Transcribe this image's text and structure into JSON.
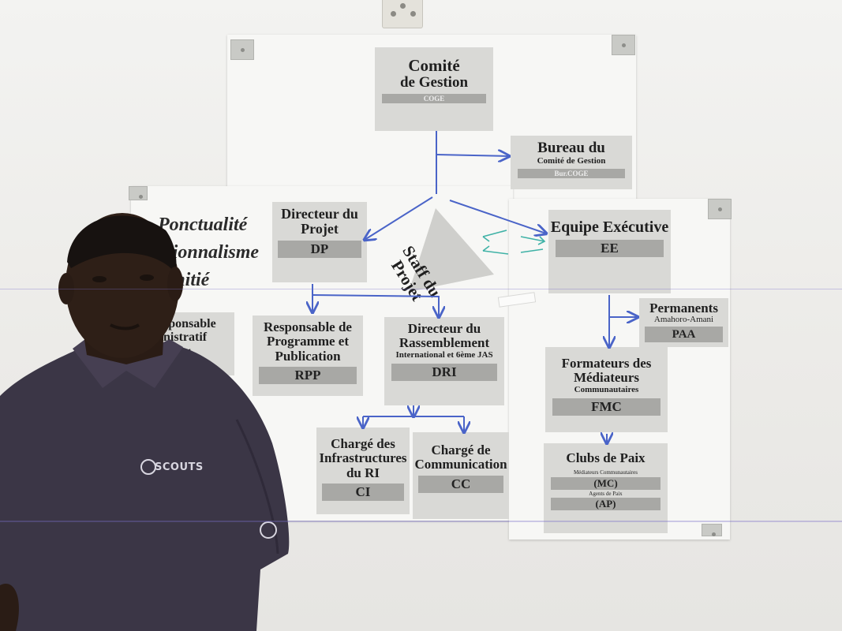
{
  "photo": {
    "socket": "wall-power-socket",
    "colors": {
      "wall": "#ecebe8",
      "paper": "#f7f7f5",
      "box": "#d9d9d6",
      "code_bar": "#a8a8a5",
      "arrow": "#4a64c8",
      "shirt": "#3b3646"
    }
  },
  "chart": {
    "cogestion": {
      "title": "Comité",
      "subtitle": "de Gestion",
      "code": "COGE"
    },
    "bureau": {
      "title": "Bureau du",
      "subtitle": "Comité de Gestion",
      "code": "Bur.COGE"
    },
    "directeur": {
      "title": "Directeur du Projet",
      "code": "DP"
    },
    "staff": {
      "label": "Staff du Projet"
    },
    "equipe": {
      "title": "Equipe Exécutive",
      "code": "EE"
    },
    "permanents": {
      "title": "Permanents",
      "subtitle": "Amahoro-Amani",
      "code": "PAA"
    },
    "admin": {
      "title_partial": "sponsable\nnistratif\nncier"
    },
    "rpp": {
      "title": "Responsable de Programme et Publication",
      "code": "RPP"
    },
    "dri": {
      "title": "Directeur du Rassemblement",
      "subtitle": "International et 6ème JAS",
      "code": "DRI"
    },
    "fmc": {
      "title": "Formateurs des Médiateurs",
      "subtitle": "Communautaires",
      "code": "FMC"
    },
    "ci": {
      "title": "Chargé des Infrastructures du RI",
      "code": "CI"
    },
    "cc": {
      "title": "Chargé de Communication",
      "code": "CC"
    },
    "clubs": {
      "title": "Clubs de Paix",
      "item1": "Médiateurs Communautaires",
      "code1": "(MC)",
      "item2": "Agents de Paix",
      "code2": "(AP)"
    }
  },
  "values_poster": {
    "line1": "Ponctualité",
    "line2": "ssionnalisme",
    "line3": "Amitié"
  },
  "shirt_logo": "SCOUTS"
}
